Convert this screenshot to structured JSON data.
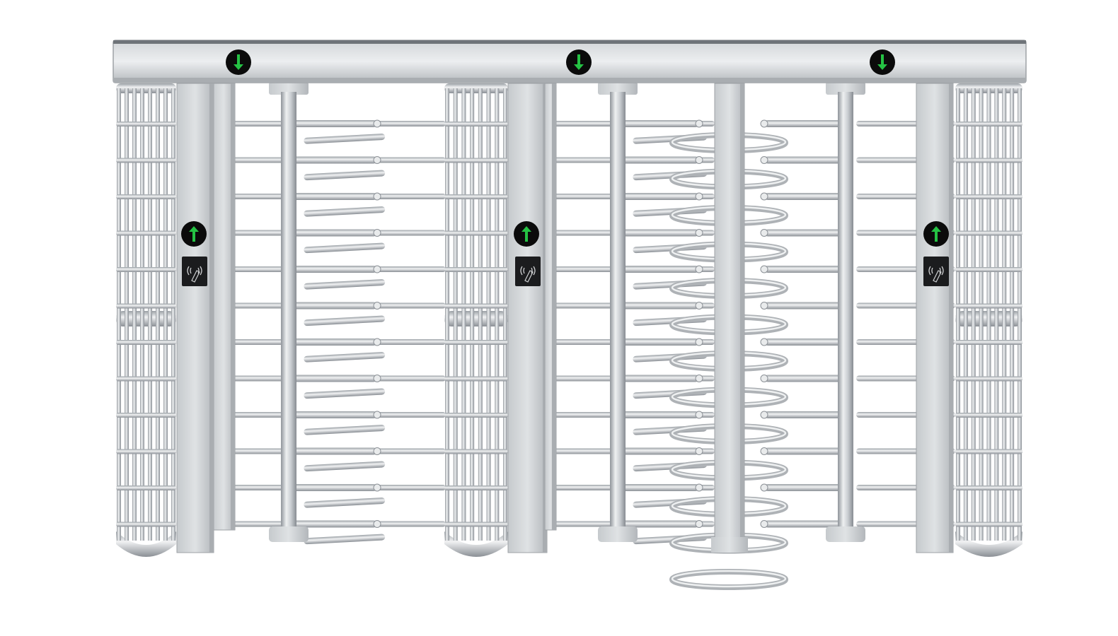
{
  "image": {
    "subject": "full-height-turnstile-triple-lane",
    "background": "#ffffff"
  },
  "colors": {
    "steel_light": "#e4e6e8",
    "steel_mid": "#b9bdc1",
    "steel_dark": "#8c9197",
    "indicator_bg": "#0b0b0b",
    "indicator_arrow": "#25c244",
    "reader_bg": "#1b1c1e",
    "reader_glyph": "#d0d2d4"
  },
  "indicators": {
    "top": [
      "arrow-down",
      "arrow-down",
      "arrow-down"
    ],
    "side": [
      "arrow-up",
      "arrow-up",
      "arrow-up"
    ]
  },
  "card_readers": [
    "rfid-reader",
    "rfid-reader",
    "rfid-reader"
  ],
  "lanes": 3,
  "rotor_arm_levels": 12
}
